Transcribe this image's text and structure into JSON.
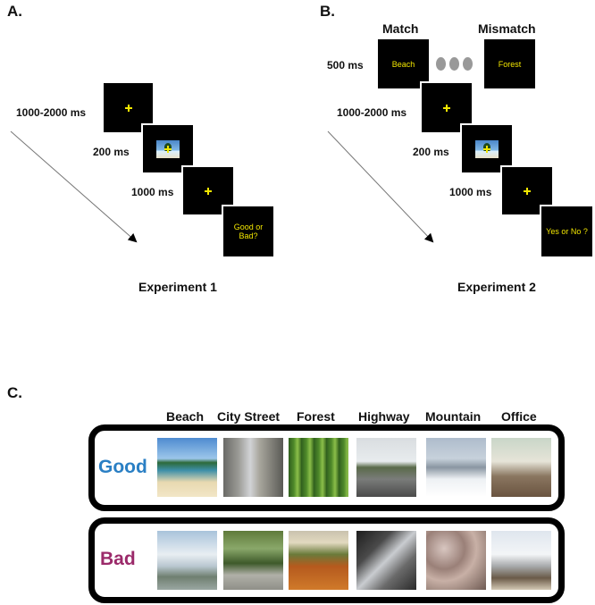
{
  "panel_a": {
    "label": "A.",
    "times": [
      "1000-2000 ms",
      "200 ms",
      "1000 ms"
    ],
    "question": "Good or Bad?",
    "title": "Experiment 1"
  },
  "panel_b": {
    "label": "B.",
    "match_label": "Match",
    "mismatch_label": "Mismatch",
    "times": [
      "500 ms",
      "1000-2000 ms",
      "200 ms",
      "1000 ms"
    ],
    "match_word": "Beach",
    "mismatch_word": "Forest",
    "question": "Yes or No ?",
    "title": "Experiment 2"
  },
  "panel_c": {
    "label": "C.",
    "categories": [
      "Beach",
      "City Street",
      "Forest",
      "Highway",
      "Mountain",
      "Office"
    ],
    "conditions": [
      {
        "label": "Good",
        "color": "#2a7fc4"
      },
      {
        "label": "Bad",
        "color": "#9b2a6a"
      }
    ]
  },
  "colors": {
    "screen": "#000000",
    "fixation": "#f2e600",
    "dots": "#999999"
  }
}
